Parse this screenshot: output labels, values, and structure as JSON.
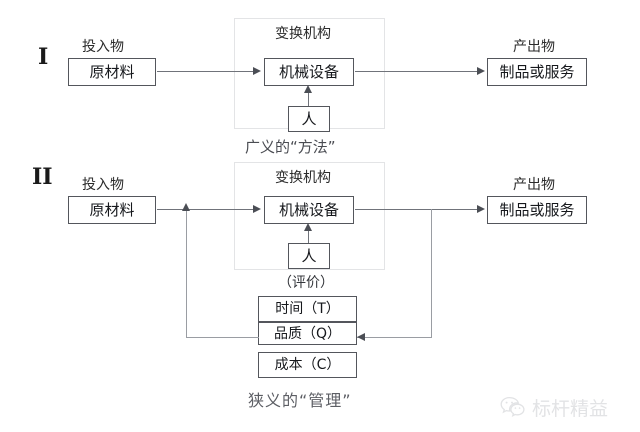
{
  "diagram": {
    "title_row_1": "I",
    "title_row_2": "II",
    "colors": {
      "box_border": "#54565c",
      "group_border": "#e3e4e6",
      "line": "#70737a",
      "rail": "#9a9da3",
      "text": "#16181c",
      "watermark": "#e2e3e5"
    }
  },
  "row1": {
    "numeral": "I",
    "input_caption": "投入物",
    "input_box": "原材料",
    "group_caption": "变换机构",
    "process_box": "机械设备",
    "person_box": "人",
    "output_caption": "产出物",
    "output_box": "制品或服务",
    "bottom_label": "广义的“方法”"
  },
  "row2": {
    "numeral": "II",
    "input_caption": "投入物",
    "input_box": "原材料",
    "group_caption": "变换机构",
    "process_box": "机械设备",
    "person_box": "人",
    "output_caption": "产出物",
    "output_box": "制品或服务",
    "evaluation_label": "（评价）",
    "metrics": [
      "时间（T）",
      "品质（Q）",
      "成本（C）"
    ],
    "bottom_label": "狭义的“管理”"
  },
  "watermark": {
    "icon": "wechat-icon",
    "text": "标杆精益"
  }
}
